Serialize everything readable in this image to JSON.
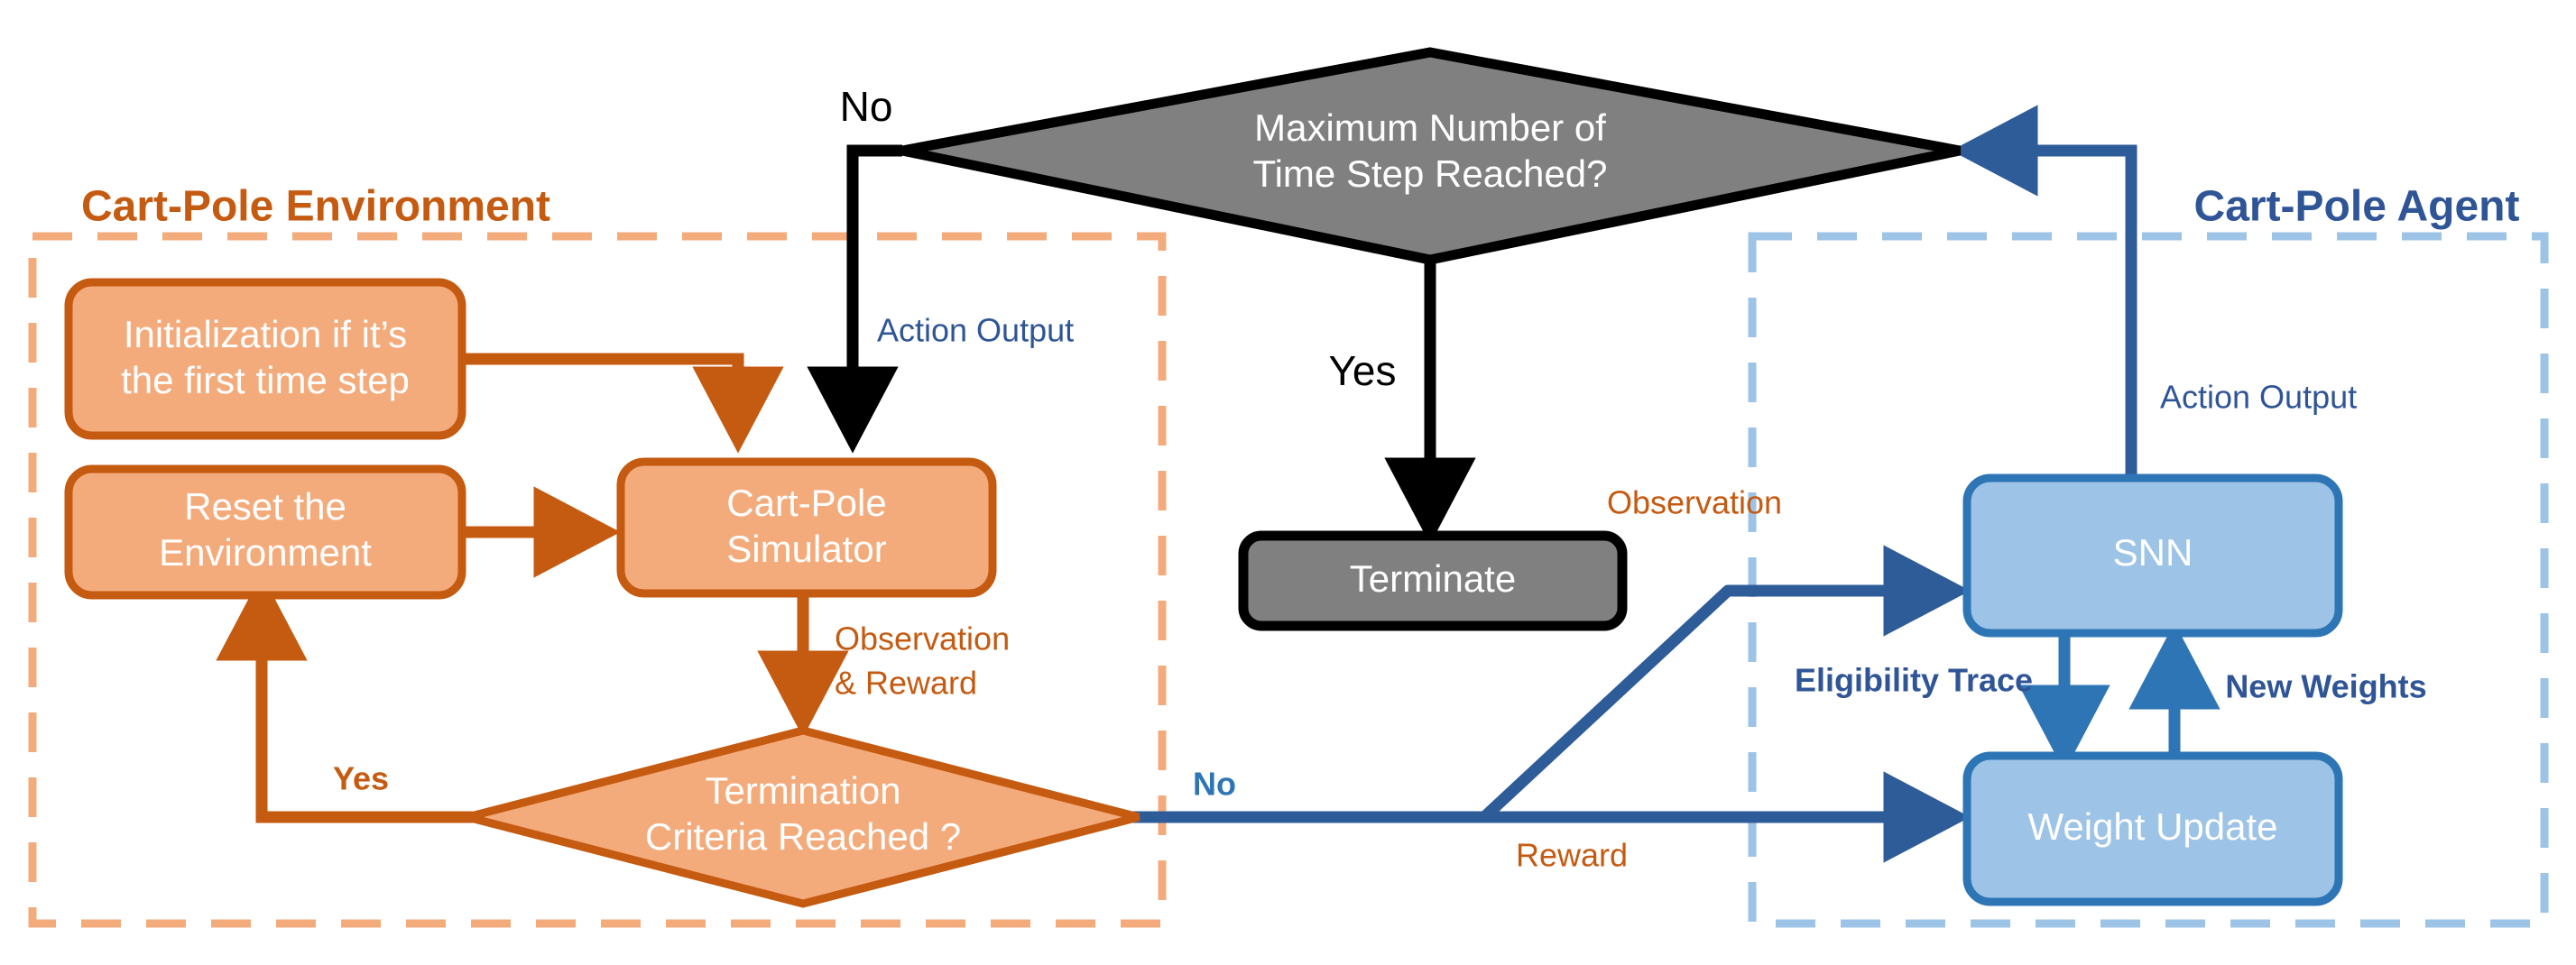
{
  "diagram": {
    "title": "Cart-Pole Reinforcement Learning Flowchart",
    "colors": {
      "env_fill": "#f4ab7c",
      "env_stroke": "#c55a11",
      "env_title": "#c55a11",
      "env_dash": "#f4ab7c",
      "agent_fill": "#9dc3e6",
      "agent_stroke": "#2e75b6",
      "agent_title": "#2f5597",
      "agent_dash": "#9dc3e6",
      "agent_edge": "#2e5c99",
      "decision_fill": "#808080",
      "decision_stroke": "#000000",
      "terminate_fill": "#808080",
      "terminate_stroke": "#000000",
      "black_edge": "#000000",
      "label_white": "#ffffff"
    }
  },
  "groups": {
    "environment": {
      "title": "Cart-Pole Environment"
    },
    "agent": {
      "title": "Cart-Pole Agent"
    }
  },
  "nodes": {
    "initialization": {
      "label_line1": "Initialization if it’s",
      "label_line2": "the first time step"
    },
    "reset": {
      "label_line1": "Reset the",
      "label_line2": "Environment"
    },
    "simulator": {
      "label_line1": "Cart-Pole",
      "label_line2": "Simulator"
    },
    "termination_criteria": {
      "label_line1": "Termination",
      "label_line2": "Criteria Reached ?"
    },
    "max_time_step": {
      "label_line1": "Maximum Number of",
      "label_line2": "Time Step Reached?"
    },
    "terminate": {
      "label": "Terminate"
    },
    "snn": {
      "label": "SNN"
    },
    "weight_update": {
      "label": "Weight Update"
    }
  },
  "edge_labels": {
    "no_top": "No",
    "yes_top": "Yes",
    "action_output_left": "Action Output",
    "action_output_right": "Action Output",
    "observation_reward_line1": "Observation",
    "observation_reward_line2": "& Reward",
    "yes_left": "Yes",
    "no_bottom": "No",
    "observation": "Observation",
    "reward": "Reward",
    "eligibility_trace": "Eligibility Trace",
    "new_weights": "New Weights"
  }
}
